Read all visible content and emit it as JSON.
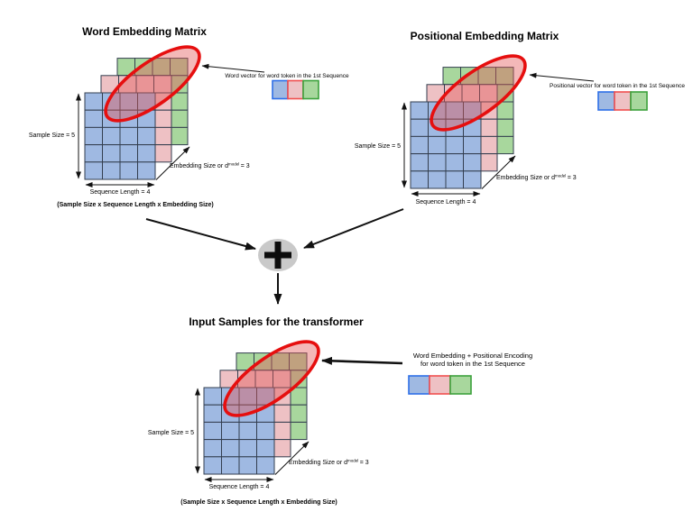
{
  "colors": {
    "cell_blue": "#9fb9e2",
    "cell_pink": "#eec1c4",
    "cell_green": "#a8d79d",
    "grid_border": "#333e4f",
    "highlight_stroke": "#e60f0f",
    "highlight_fill": "#e25555",
    "legend_blue_border": "#2e6fe8",
    "legend_red_border": "#f04f4f",
    "legend_green_border": "#3ca23c",
    "plus_circle": "#c9c9c9",
    "arrow": "#111111"
  },
  "matrix": {
    "rows": 5,
    "cols": 4,
    "layers": 3,
    "sample_size": 5,
    "sequence_length": 4,
    "embedding_size": 3
  },
  "operator": {
    "symbol": "+"
  },
  "diagrams": {
    "word": {
      "title": "Word Embedding Matrix",
      "sample_size_label": "Sample Size = 5",
      "sequence_length_label": "Sequence Length = 4",
      "embedding_prefix": "Embedding Size or d",
      "embedding_sup": "model",
      "embedding_suffix": "= 3",
      "caption": "(Sample Size x Sequence Length x Embedding Size)",
      "annotation": "Word vector for word token in the 1st Sequence"
    },
    "positional": {
      "title": "Positional Embedding Matrix",
      "sample_size_label": "Sample Size = 5",
      "sequence_length_label": "Sequence Length = 4",
      "embedding_prefix": "Embedding Size or d",
      "embedding_sup": "model",
      "embedding_suffix": "= 3",
      "annotation": "Positional vector for word token in the 1st Sequence"
    },
    "input": {
      "title": "Input Samples for the transformer",
      "sample_size_label": "Sample Size = 5",
      "sequence_length_label": "Sequence Length = 4",
      "embedding_prefix": "Embedding Size or d",
      "embedding_sup": "model",
      "embedding_suffix": "= 3",
      "caption": "(Sample Size x Sequence Length x Embedding Size)",
      "annotation_line1": "Word Embedding + Positional Encoding",
      "annotation_line2": "for word token in the 1st Sequence"
    }
  }
}
